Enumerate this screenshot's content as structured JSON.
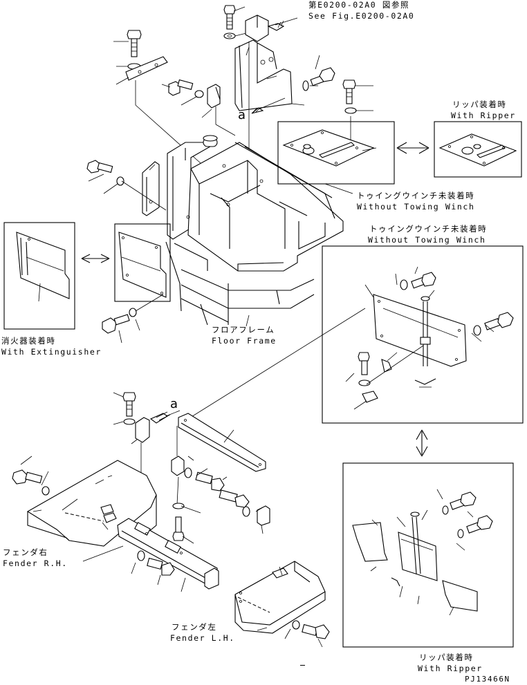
{
  "labels": {
    "see_fig_jp": "第E0200-02A0 図参照",
    "see_fig_en": "See Fig.E0200-02A0",
    "with_ripper_top_jp": "リッパ装着時",
    "with_ripper_top_en": "With Ripper",
    "without_winch_top_jp": "トゥイングウインチ未装着時",
    "without_winch_top_en": "Without Towing Winch",
    "without_winch_right_jp": "トゥイングウインチ未装着時",
    "without_winch_right_en": "Without Towing Winch",
    "floor_frame_jp": "フロアフレーム",
    "floor_frame_en": "Floor Frame",
    "extinguisher_jp": "消火器装着時",
    "extinguisher_en": "With Extinguisher",
    "fender_rh_jp": "フェンダ右",
    "fender_rh_en": "Fender R.H.",
    "fender_lh_jp": "フェンダ左",
    "fender_lh_en": "Fender L.H.",
    "with_ripper_bottom_jp": "リッパ装着時",
    "with_ripper_bottom_en": "With Ripper",
    "ref_a_top": "a",
    "ref_a_bottom": "a",
    "drawing_number": "PJ13466N"
  }
}
